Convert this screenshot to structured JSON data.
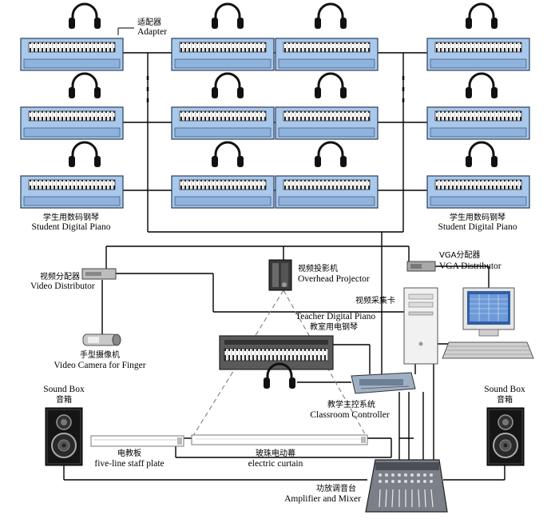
{
  "labels": {
    "adapter_zh": "适配器",
    "adapter_en": "Adapter",
    "student_piano_zh": "学生用数码钢琴",
    "student_piano_en": "Student Digital Piano",
    "video_distributor_zh": "视频分配器",
    "video_distributor_en": "Video Distributor",
    "overhead_projector_zh": "视频投影机",
    "overhead_projector_en": "Overhead Projector",
    "vga_distributor_zh": "VGA分配器",
    "vga_distributor_en": "VGA Distributor",
    "capture_card_zh": "视频采集卡",
    "teacher_piano_en": "Teacher Digital Piano",
    "teacher_piano_zh": "教室用电钢琴",
    "finger_camera_zh": "手型摄像机",
    "finger_camera_en": "Video Camera for Finger",
    "sound_box_en": "Sound Box",
    "sound_box_zh": "音箱",
    "classroom_controller_zh": "教学主控系统",
    "classroom_controller_en": "Classroom Controller",
    "staff_plate_zh": "电教板",
    "staff_plate_en": "five-line staff plate",
    "curtain_zh": "玻珠电动幕",
    "curtain_en": "electric curtain",
    "mixer_zh": "功放调音台",
    "mixer_en": "Amplifier and Mixer"
  },
  "colors": {
    "piano_body": "#a9c9ec",
    "line": "#000000",
    "projection_line": "#888888"
  },
  "icons": [
    "headphones-icon",
    "digital-piano-icon",
    "projector-icon",
    "camera-icon",
    "speaker-icon",
    "computer-icon",
    "mixer-icon"
  ]
}
